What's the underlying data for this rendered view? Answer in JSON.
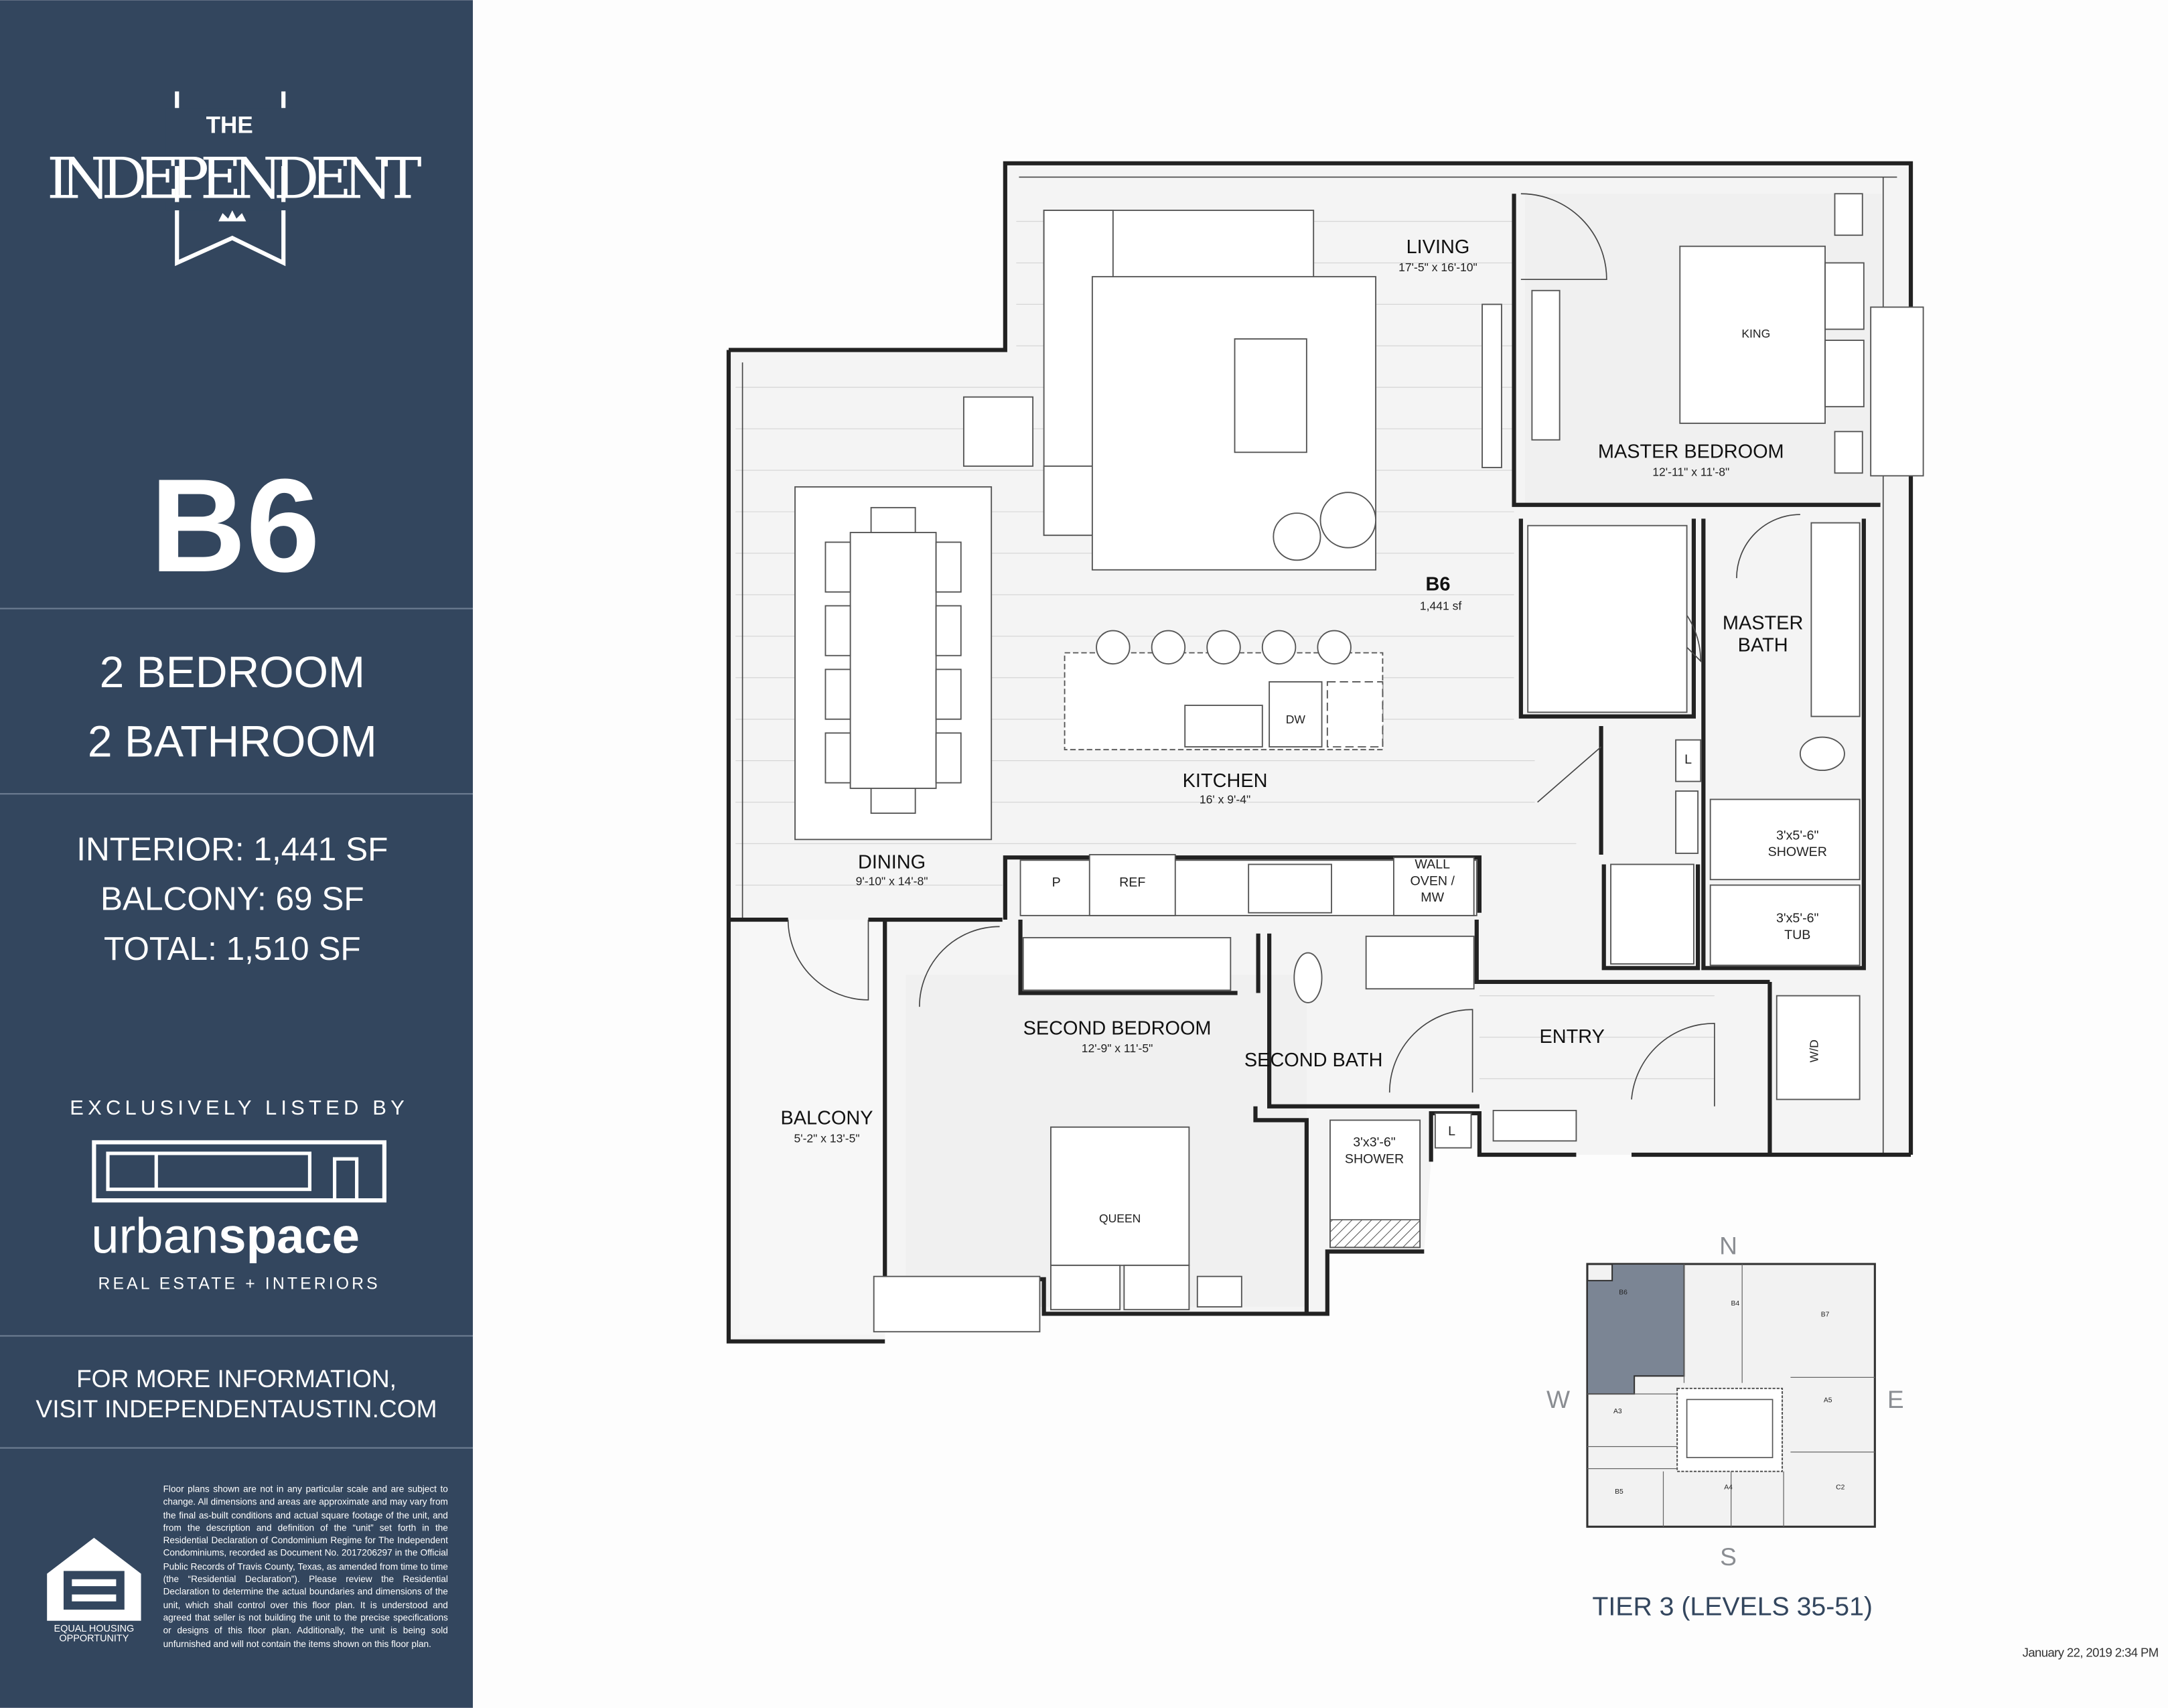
{
  "sidebar": {
    "logo": {
      "the": "THE",
      "name": "INDEPENDENT"
    },
    "unit": "B6",
    "bedrooms": "2 BEDROOM",
    "bathrooms": "2 BATHROOM",
    "interior": "INTERIOR:  1,441 SF",
    "balcony": "BALCONY:  69 SF",
    "total": "TOTAL:  1,510 SF",
    "listed_by": "EXCLUSIVELY LISTED BY",
    "broker": {
      "name_light": "urban",
      "name_bold": "space",
      "tagline": "REAL ESTATE + INTERIORS"
    },
    "info_line1": "FOR MORE INFORMATION,",
    "info_line2": "VISIT INDEPENDENTAUSTIN.COM",
    "equal_housing": {
      "line1": "EQUAL HOUSING",
      "line2": "OPPORTUNITY"
    },
    "disclaimer": "Floor plans shown are not in any particular scale and are subject to change.  All dimensions and areas are approximate and may vary from the final as-built conditions and actual square footage of the unit, and from the description and definition of the “unit” set forth in the Residential Declaration of Condominium Regime for The Independent Condominiums, recorded as Document No. 2017206297 in the Official Public Records of Travis County, Texas, as amended from time to time (the “Residential Declaration”). Please review the Residential Declaration to determine the actual boundaries and dimensions of the unit, which shall control over this floor plan.  It is understood and agreed that seller is not building the unit to the precise specifications or designs of this floor plan.  Additionally, the unit is being sold unfurnished and will not contain the items shown on this floor plan."
  },
  "plan": {
    "unit_label": "B6",
    "unit_area": "1,441 sf",
    "rooms": {
      "living": {
        "name": "LIVING",
        "dim": "17'-5\" x 16'-10\""
      },
      "master_bedroom": {
        "name": "MASTER BEDROOM",
        "dim": "12'-11\" x 11'-8\""
      },
      "master_bath": {
        "name1": "MASTER",
        "name2": "BATH"
      },
      "kitchen": {
        "name": "KITCHEN",
        "dim": "16' x 9'-4\""
      },
      "dining": {
        "name": "DINING",
        "dim": "9'-10\" x 14'-8\""
      },
      "second_bedroom": {
        "name": "SECOND BEDROOM",
        "dim": "12'-9\" x 11'-5\""
      },
      "second_bath": {
        "name": "SECOND BATH"
      },
      "entry": {
        "name": "ENTRY"
      },
      "balcony": {
        "name": "BALCONY",
        "dim": "5'-2\" x 13'-5\""
      }
    },
    "fixtures": {
      "king": "KING",
      "queen": "QUEEN",
      "dw": "DW",
      "pantry": "P",
      "ref": "REF",
      "wall_oven1": "WALL",
      "wall_oven2": "OVEN /",
      "wall_oven3": "MW",
      "linen": "L",
      "linen2": "L",
      "wd": "W/D",
      "master_shower1": "3'x5'-6\"",
      "master_shower2": "SHOWER",
      "tub1": "3'x5'-6\"",
      "tub2": "TUB",
      "second_shower1": "3'x3'-6\"",
      "second_shower2": "SHOWER"
    }
  },
  "keyplan": {
    "north": "N",
    "south": "S",
    "east": "E",
    "west": "W",
    "highlighted_unit": "B6",
    "units": [
      "B6",
      "B4",
      "B7",
      "A3",
      "A5",
      "B5",
      "A4",
      "C2"
    ],
    "highlight_color": "#7b8594",
    "caption": "TIER 3 (LEVELS 35-51)"
  },
  "timestamp": "January 22, 2019 2:34 PM",
  "colors": {
    "sidebar": "#33465e",
    "caption": "#33465e"
  }
}
